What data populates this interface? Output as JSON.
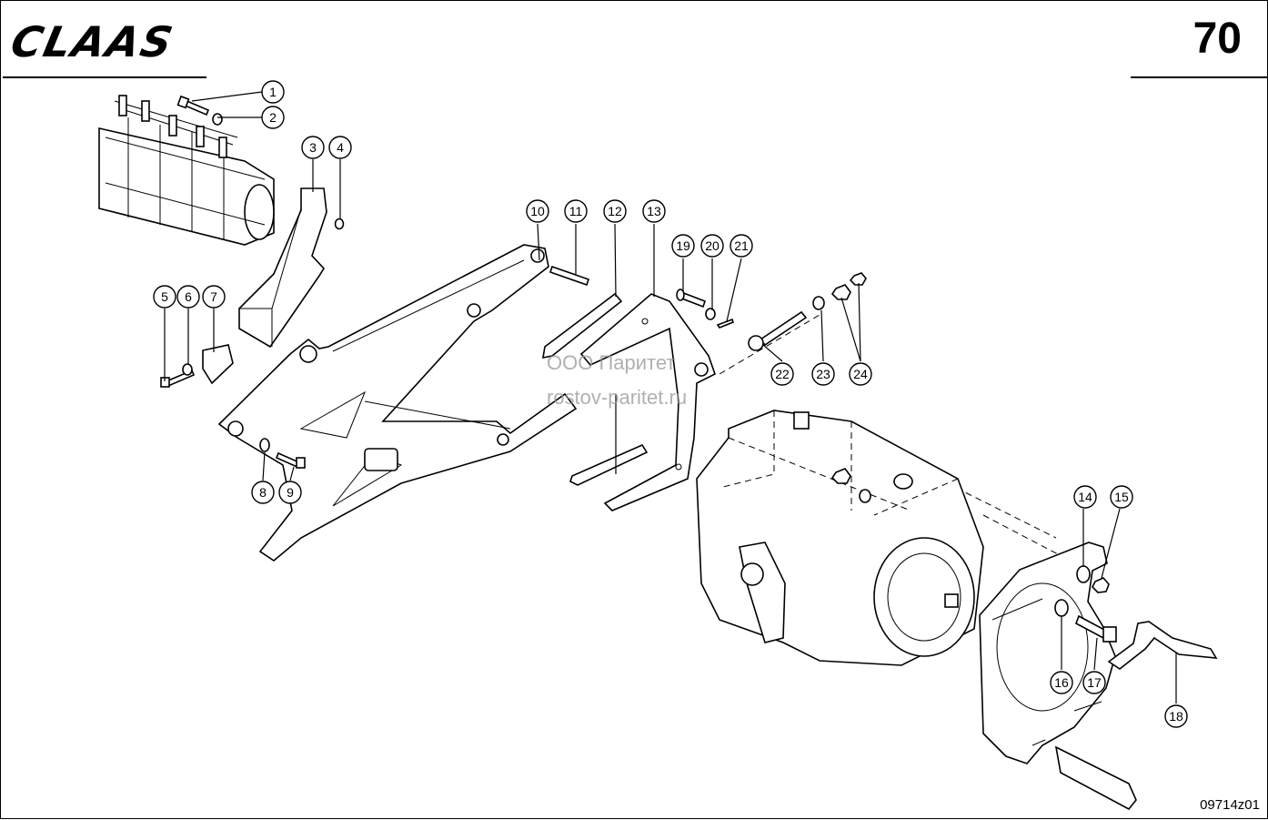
{
  "header": {
    "brand": "CLAAS",
    "page_number": "70"
  },
  "footer": {
    "drawing_code": "09714z01"
  },
  "watermark": {
    "line1": "ООО Паритет",
    "line2": "rostov-paritet.ru"
  },
  "callouts": [
    "1",
    "2",
    "3",
    "4",
    "5",
    "6",
    "7",
    "8",
    "9",
    "10",
    "11",
    "12",
    "13",
    "14",
    "15",
    "16",
    "17",
    "18",
    "19",
    "20",
    "21",
    "22",
    "23",
    "24"
  ],
  "components": {
    "hydraulic_pump": "hydraulic-pump-icon",
    "bracket": "bracket-icon",
    "support_arm": "support-arm-icon",
    "gearbox": "gearbox-icon",
    "mounting_plate": "mounting-plate-icon",
    "lever": "lever-icon"
  }
}
